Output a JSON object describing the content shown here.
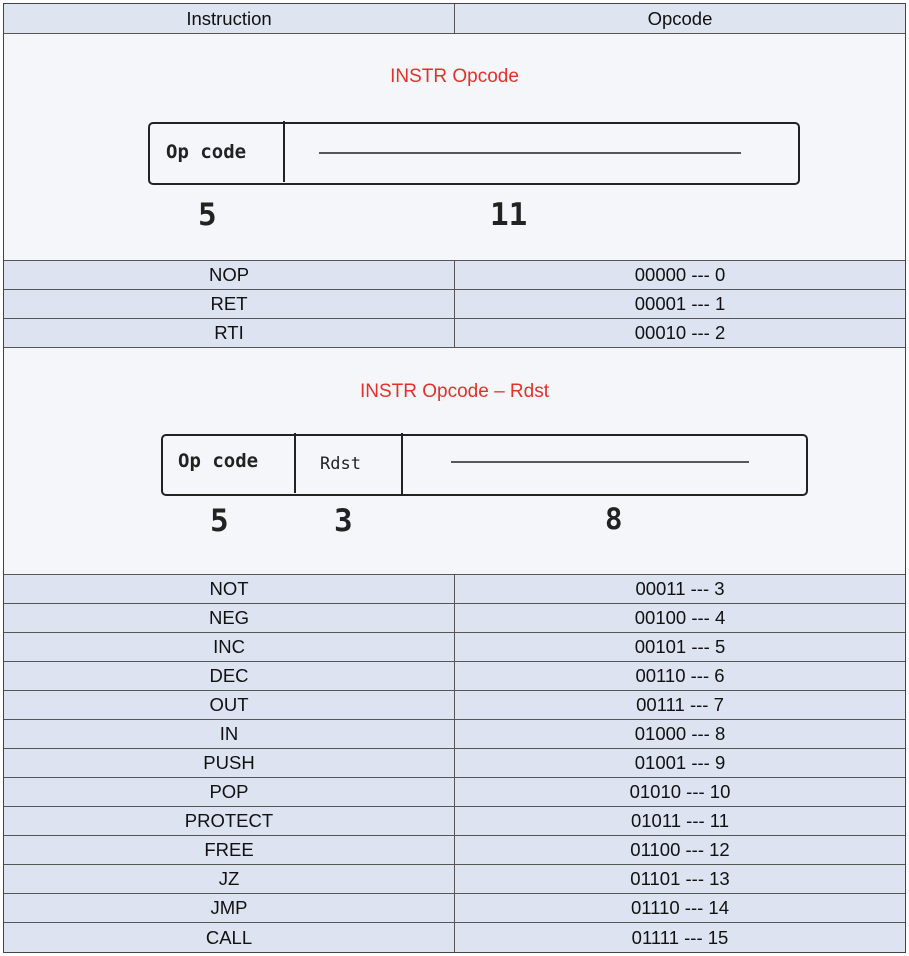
{
  "header": {
    "instruction": "Instruction",
    "opcode": "Opcode"
  },
  "format1": {
    "title": "INSTR Opcode",
    "field_opcode": "Op code",
    "size_opcode": "5",
    "size_rest": "11"
  },
  "group1": [
    {
      "instruction": "NOP",
      "opcode": "00000 --- 0"
    },
    {
      "instruction": "RET",
      "opcode": "00001 --- 1"
    },
    {
      "instruction": "RTI",
      "opcode": "00010 --- 2"
    }
  ],
  "format2": {
    "title": "INSTR Opcode – Rdst",
    "field_opcode": "Op code",
    "field_rdst": "Rdst",
    "size_opcode": "5",
    "size_rdst": "3",
    "size_rest": "8"
  },
  "group2": [
    {
      "instruction": "NOT",
      "opcode": "00011 --- 3"
    },
    {
      "instruction": "NEG",
      "opcode": "00100 --- 4"
    },
    {
      "instruction": "INC",
      "opcode": "00101 --- 5"
    },
    {
      "instruction": "DEC",
      "opcode": "00110 --- 6"
    },
    {
      "instruction": "OUT",
      "opcode": "00111 --- 7"
    },
    {
      "instruction": "IN",
      "opcode": "01000 --- 8"
    },
    {
      "instruction": "PUSH",
      "opcode": "01001 --- 9"
    },
    {
      "instruction": "POP",
      "opcode": "01010 --- 10"
    },
    {
      "instruction": "PROTECT",
      "opcode": "01011 --- 11"
    },
    {
      "instruction": "FREE",
      "opcode": "01100 --- 12"
    },
    {
      "instruction": "JZ",
      "opcode": "01101 --- 13"
    },
    {
      "instruction": "JMP",
      "opcode": "01110 --- 14"
    },
    {
      "instruction": "CALL",
      "opcode": "01111 --- 15"
    }
  ]
}
